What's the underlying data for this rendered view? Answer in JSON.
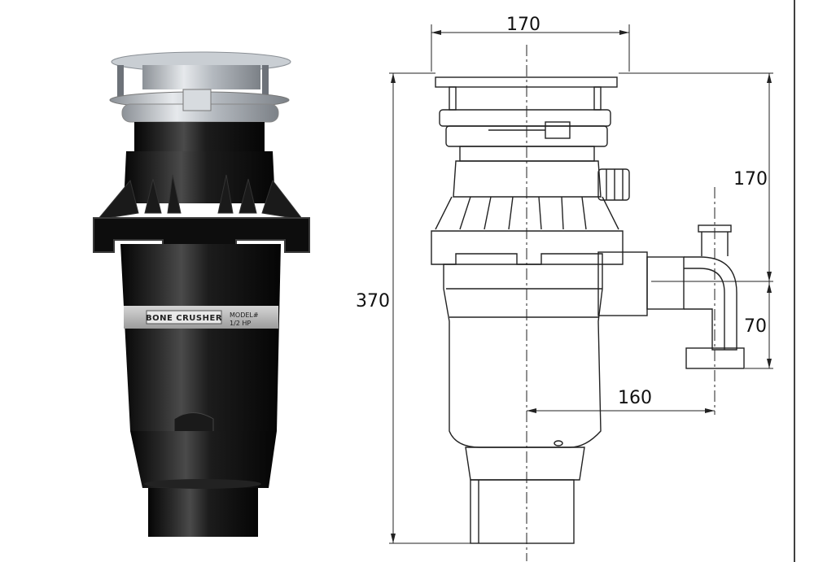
{
  "product_photo": {
    "brand_label": "BONE CRUSHER",
    "model_label": "MODEL#",
    "power_label": "1/2 HP",
    "body_color": "#111111",
    "flange_color": "#b9bec4",
    "indicator_color": "#d8141c"
  },
  "drawing": {
    "dim_top_width": "170",
    "dim_total_height": "370",
    "dim_upper_height": "170",
    "dim_outlet_height": "70",
    "dim_outlet_offset": "160",
    "line_color": "#222222"
  }
}
